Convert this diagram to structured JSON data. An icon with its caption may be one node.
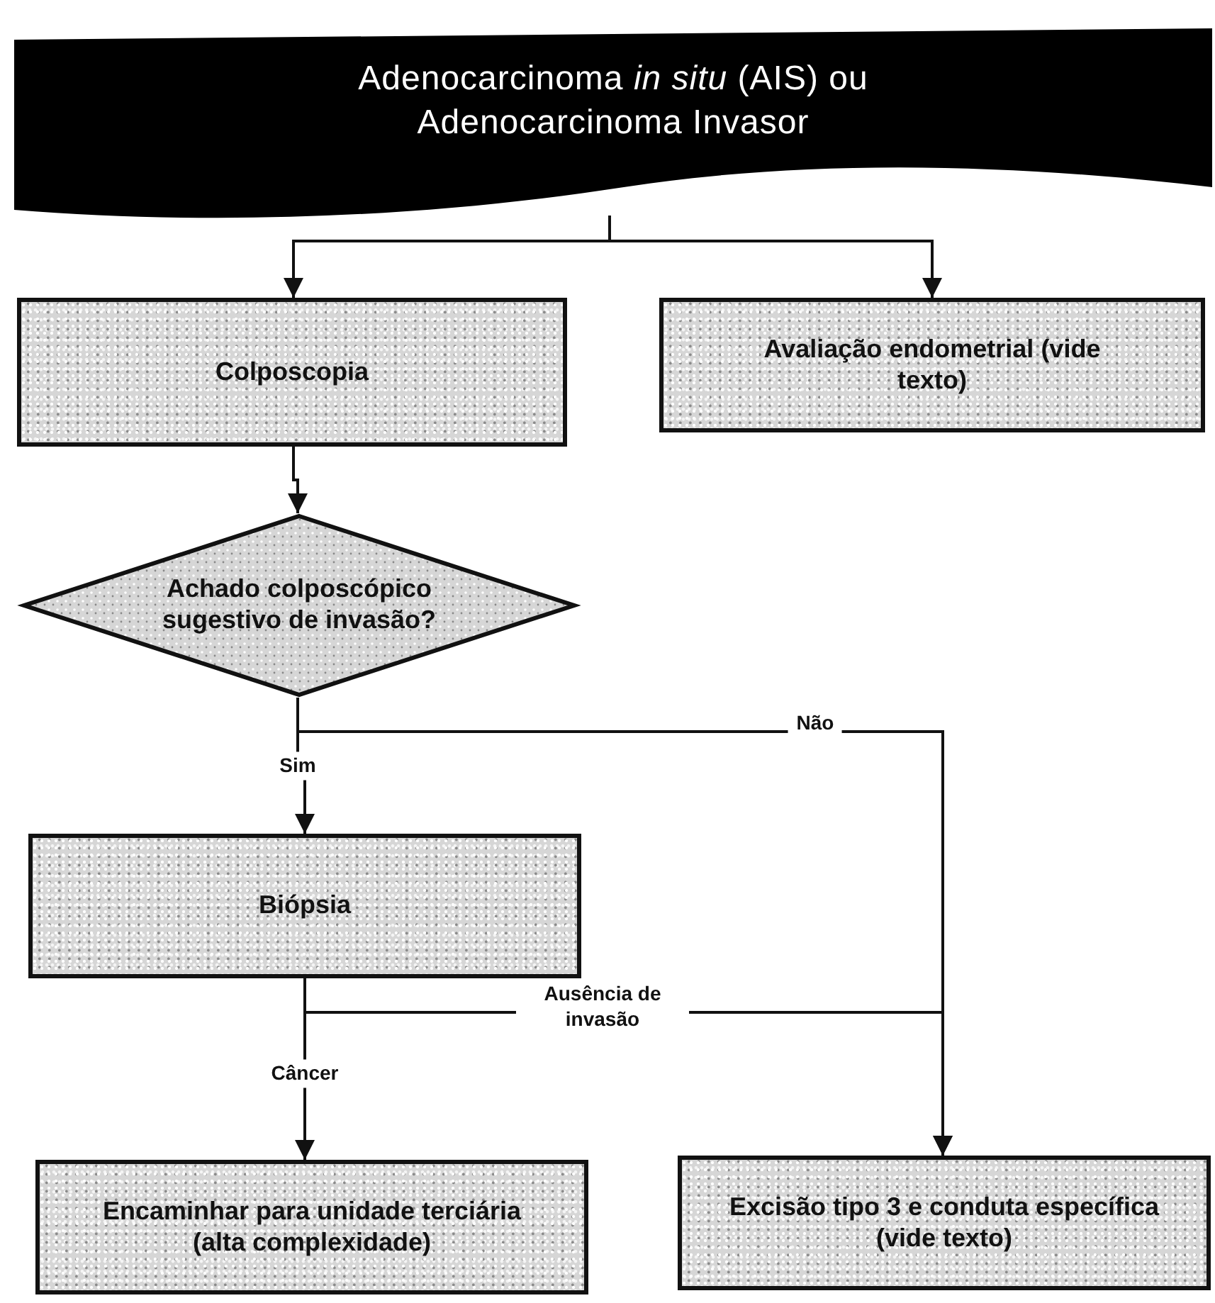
{
  "diagram": {
    "nodes": [
      {
        "text": [
          "Adenocarcinoma *in situ* (AIS) ou Adenocarcinoma Invasor"
        ]
      },
      {
        "text": [
          "Colposcopia"
        ]
      },
      {
        "text": [
          "Avaliação endometrial (vide texto)"
        ]
      },
      {
        "text": [
          "Achado colposcópico sugestivo de invasão?"
        ]
      },
      {
        "text": [
          "Biópsia"
        ]
      },
      {
        "text": [
          "Encaminhar para unidade terciária (alta complexidade)"
        ]
      },
      {
        "text": [
          "Excisão tipo 3 e conduta específica (vide texto)"
        ]
      }
    ],
    "edges": [
      {
        "from": 0,
        "to": 1,
        "arrow": "to"
      },
      {
        "from": 0,
        "to": 2,
        "arrow": "to"
      },
      {
        "from": 1,
        "to": 3,
        "arrow": "to"
      },
      {
        "from": 3,
        "to": 4,
        "arrow": "to",
        "label": "Sim"
      },
      {
        "from": 3,
        "to": 6,
        "arrow": "to",
        "label": "Não"
      },
      {
        "from": 4,
        "to": 6,
        "arrow": "to",
        "label": "Ausência de invasão"
      },
      {
        "from": 4,
        "to": 5,
        "arrow": "to",
        "label": "Câncer"
      }
    ]
  }
}
